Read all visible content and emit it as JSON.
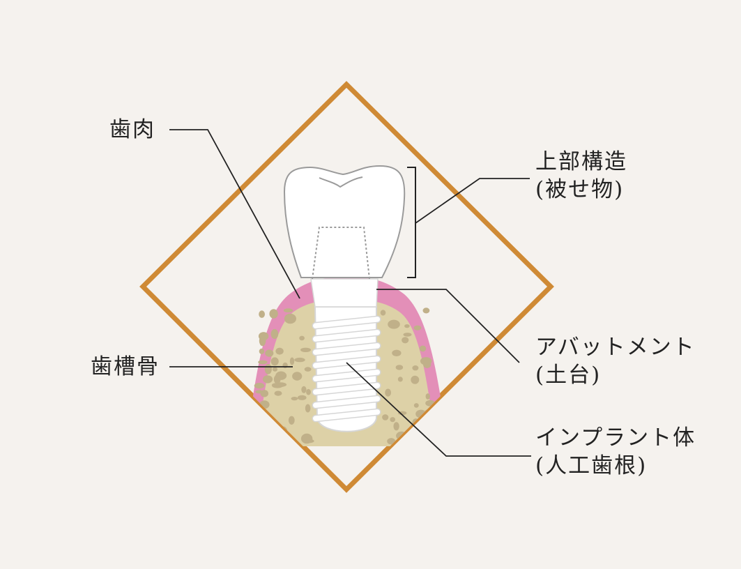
{
  "diagram": {
    "colors": {
      "background": "#f5f2ee",
      "frame": "#cf8a35",
      "gum": "#e38fb8",
      "gum_inner": "#eeb3cf",
      "bone": "#ddd1a7",
      "bone_spots": "#c0b089",
      "crown": "#ffffff",
      "crown_outline": "#9a9a9a",
      "implant": "#ffffff",
      "implant_shadow": "#d6d6d6",
      "leader_line": "#222222"
    },
    "labels": {
      "gum": {
        "line1": "歯肉"
      },
      "bone": {
        "line1": "歯槽骨"
      },
      "crown": {
        "line1": "上部構造",
        "line2": "(被せ物)"
      },
      "abutment": {
        "line1": "アバットメント",
        "line2": "(土台)"
      },
      "fixture": {
        "line1": "インプラント体",
        "line2": "(人工歯根)"
      }
    }
  }
}
